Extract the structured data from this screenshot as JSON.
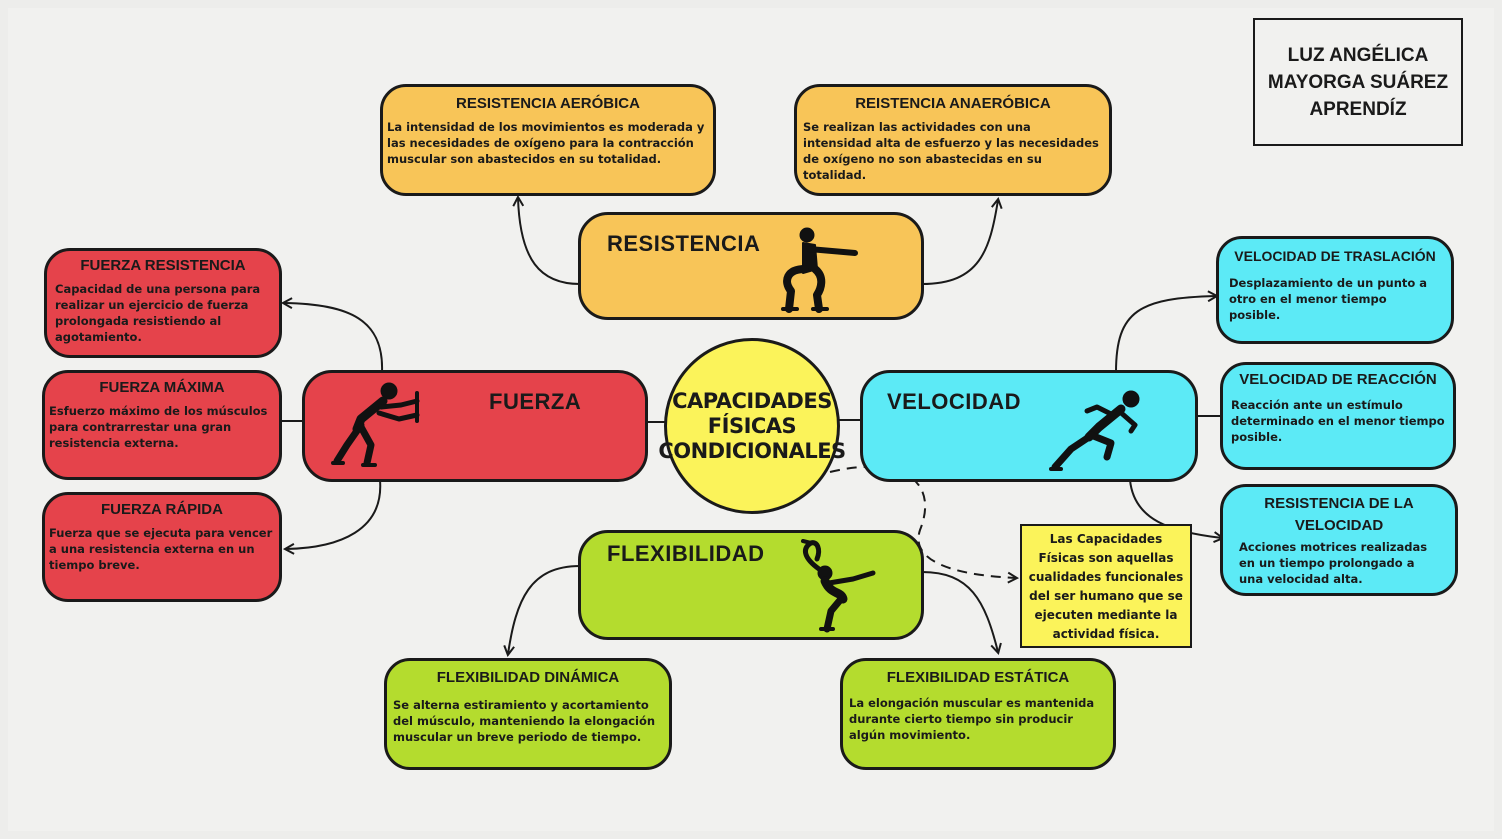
{
  "author": {
    "line1": "LUZ ANGÉLICA",
    "line2": "MAYORGA SUÁREZ",
    "line3": "APRENDÍZ"
  },
  "center": {
    "line1": "CAPACIDADES",
    "line2": "FÍSICAS",
    "line3": "CONDICIONALES"
  },
  "hubs": {
    "resistencia": "RESISTENCIA",
    "fuerza": "FUERZA",
    "velocidad": "VELOCIDAD",
    "flexibilidad": "FLEXIBILIDAD"
  },
  "resistencia": {
    "aerobica": {
      "title": "RESISTENCIA AERÓBICA",
      "text": "La intensidad de los movimientos es moderada y las necesidades de oxígeno para la contracción muscular  son abastecidos en su totalidad."
    },
    "anaerobica": {
      "title": "REISTENCIA ANAERÓBICA",
      "text": "Se realizan las actividades con una intensidad alta de esfuerzo y las necesidades de oxígeno  no son abastecidas en su totalidad."
    }
  },
  "fuerza": {
    "resistencia": {
      "title": "FUERZA  RESISTENCIA",
      "text": "Capacidad de una persona para realizar un ejercicio de fuerza prolongada  resistiendo al agotamiento."
    },
    "maxima": {
      "title": "FUERZA MÁXIMA",
      "text": "Esfuerzo máximo de los músculos  para contrarrestar una gran resistencia externa."
    },
    "rapida": {
      "title": "FUERZA RÁPIDA",
      "text": "Fuerza que se ejecuta para vencer a una resistencia externa en un tiempo breve."
    }
  },
  "velocidad": {
    "traslacion": {
      "title": "VELOCIDAD DE TRASLACIÓN",
      "text": "Desplazamiento de un punto a otro  en el menor tiempo posible."
    },
    "reaccion": {
      "title": "VELOCIDAD DE REACCIÓN",
      "text": "Reacción ante un estímulo determinado  en el menor tiempo posible."
    },
    "resistencia": {
      "title": "RESISTENCIA DE LA VELOCIDAD",
      "text": "Acciones motrices realizadas en un tiempo prolongado a una velocidad alta."
    }
  },
  "flexibilidad": {
    "dinamica": {
      "title": "FLEXIBILIDAD DINÁMICA",
      "text": "Se alterna estiramiento y acortamiento del músculo, manteniendo la elongación muscular un breve periodo de tiempo."
    },
    "estatica": {
      "title": "FLEXIBILIDAD ESTÁTICA",
      "text": "La elongación muscular es mantenida durante cierto tiempo sin producir algún movimiento."
    }
  },
  "note": "Las Capacidades Físicas son aquellas cualidades funcionales del ser humano que se ejecuten mediante la actividad física.",
  "colors": {
    "orange": "#f8c558",
    "red": "#e5434b",
    "cyan": "#5ceaf6",
    "green": "#b4dc2e",
    "yellow": "#fbf35a",
    "outline": "#1a1a1a"
  },
  "icons": {
    "resistencia": "squat-figure-icon",
    "fuerza": "pushing-figure-icon",
    "velocidad": "sprinter-figure-icon",
    "flexibilidad": "dancer-pose-figure-icon"
  }
}
